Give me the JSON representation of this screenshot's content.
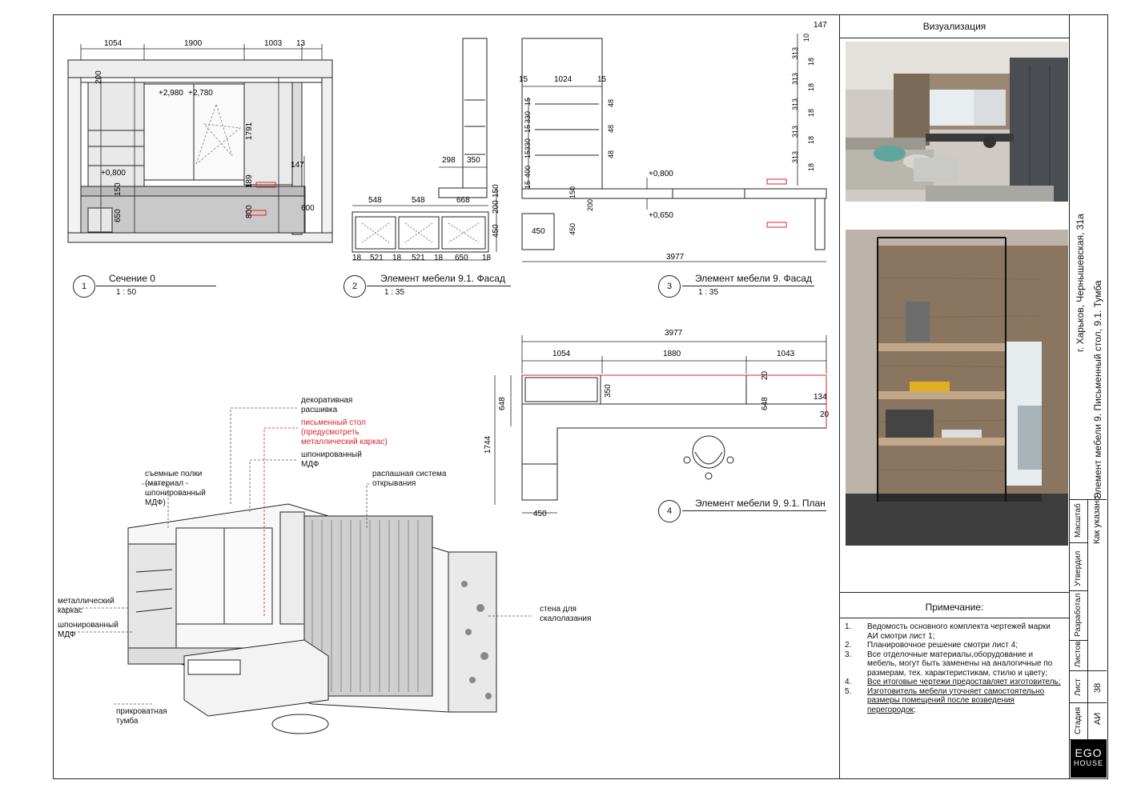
{
  "sheet": {
    "visualization_title": "Визуализация",
    "notes_title": "Примечание:",
    "notes": [
      {
        "num": "1.",
        "text": "Ведомость основного комплекта чертежей марки АИ смотри лист 1;"
      },
      {
        "num": "2.",
        "text": "Планировочное решение смотри лист 4;"
      },
      {
        "num": "3.",
        "text": "Все отделочные материалы,оборудование и мебель, могут быть заменены на аналогичные по размерам, тех. характеристикам, стилю и цвету;"
      },
      {
        "num": "4.",
        "text": "Все итоговые чертежи предоставляет изготовитель;"
      },
      {
        "num": "5.",
        "text": "Изготовитель мебели уточняет самостоятельно размеры помещений после возведения перегородок;"
      }
    ],
    "address": "г. Харьков, Чернышевская, 31а",
    "sheet_title": "Элемент мебели 9. Письменный стол, 9.1. Тумба",
    "labels": {
      "scale": "Масштаб",
      "approved": "Утвердил",
      "developed": "Разработал",
      "sheets": "Листов",
      "sheet": "Лист",
      "stage": "Стадия"
    },
    "scale_value": "Как указано",
    "sheet_number": "38",
    "stage_value": "АИ",
    "logo_line1": "EGO",
    "logo_line2": "HOUSE"
  },
  "views": [
    {
      "num": "1",
      "title": "Сечение 0",
      "scale": "1 : 50"
    },
    {
      "num": "2",
      "title": "Элемент мебели 9.1. Фасад",
      "scale": "1 : 35"
    },
    {
      "num": "3",
      "title": "Элемент мебели 9. Фасад",
      "scale": "1 : 35"
    },
    {
      "num": "4",
      "title": "Элемент мебели 9, 9.1. План",
      "scale": ""
    }
  ],
  "dims": {
    "v1": {
      "top": [
        "1054",
        "1900",
        "1003",
        "13"
      ],
      "left": [
        "200",
        "150",
        "650"
      ],
      "mid": [
        "1791",
        "189",
        "800"
      ],
      "right": [
        "147",
        "600"
      ],
      "levels": [
        "+2,980",
        "+2,780",
        "+0,800"
      ]
    },
    "v2": {
      "top": [
        "298",
        "350",
        "548",
        "548",
        "668"
      ],
      "side": [
        "150",
        "200",
        "450"
      ],
      "bottom": [
        "18",
        "521",
        "18",
        "521",
        "18",
        "650",
        "18"
      ]
    },
    "v3": {
      "top": [
        "15",
        "1024",
        "15",
        "147"
      ],
      "left": [
        "15",
        "330",
        "15",
        "330",
        "15",
        "400",
        "15",
        "150",
        "200",
        "450"
      ],
      "right": [
        "313",
        "18",
        "313",
        "18",
        "313",
        "18",
        "313",
        "18",
        "313",
        "18",
        "10"
      ],
      "shelf": [
        "48",
        "48",
        "48"
      ],
      "boxw": "450",
      "levels": [
        "+0,800",
        "+0,650"
      ],
      "total": "3977"
    },
    "v4": {
      "total": "3977",
      "top": [
        "1054",
        "1880",
        "1043"
      ],
      "left": [
        "648",
        "1744"
      ],
      "inner": [
        "350",
        "648",
        "20",
        "134",
        "20"
      ],
      "bottom": "450"
    }
  },
  "annotations": {
    "decor": "декоративная расшивка",
    "desk": "письменный стол (предусмотреть металлический каркас)",
    "mdf_top": "шпонированный МДФ",
    "shelves": "съемные полки (материал - шпонированный МДФ)",
    "swing": "распашная система открывания",
    "metal": "металлический каркас",
    "mdf_left": "шпонированный МДФ",
    "climb": "стена для скалолазания",
    "bedside": "прикроватная тумба"
  },
  "colors": {
    "accent_red": "#e0202a",
    "line": "#222222",
    "wood": "#8a7560"
  }
}
